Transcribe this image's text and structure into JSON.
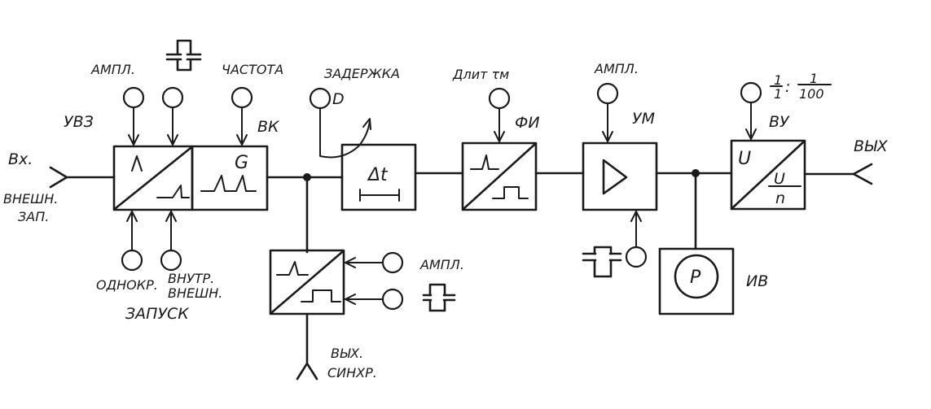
{
  "diagram": {
    "blocks": {
      "uvz": {
        "label": "УВЗ",
        "top_symbol": "Λ"
      },
      "vk": {
        "label": "ВК",
        "symbol": "G"
      },
      "delay": {
        "symbol": "Δt"
      },
      "fi": {
        "label": "ФИ"
      },
      "um": {
        "label": "УМ"
      },
      "vu": {
        "label": "ВУ",
        "top_symbol": "U",
        "bottom_num": "U",
        "bottom_den": "n"
      },
      "iv": {
        "label": "ИВ",
        "symbol": "P"
      },
      "sync": {}
    },
    "labels": {
      "input": "Вх.",
      "input_ext_1": "ВНЕШН.",
      "input_ext_2": "ЗАП.",
      "ampl_1": "АМПЛ.",
      "frequency": "ЧАСТОТА",
      "delay": "ЗАДЕРЖКА",
      "delay_knob": "D",
      "duration": "Длит τм",
      "ampl_2": "АМПЛ.",
      "ratio_a_num": "1",
      "ratio_a_den": "1",
      "ratio_sep": ":",
      "ratio_b_num": "1",
      "ratio_b_den": "100",
      "output": "ВЫХ",
      "single": "ОДНОКР.",
      "int_1": "ВНУТР.",
      "int_2": "ВНЕШН.",
      "launch": "ЗАПУСК",
      "sync_ampl": "АМПЛ.",
      "sync_out_1": "ВЫХ.",
      "sync_out_2": "СИНХР."
    }
  }
}
